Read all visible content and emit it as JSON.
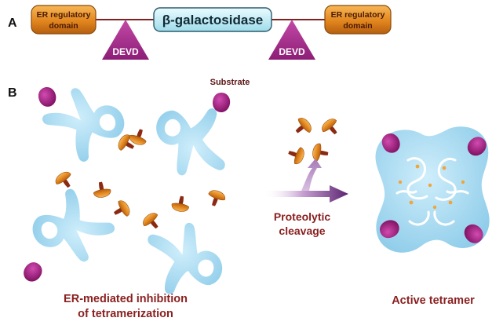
{
  "panel_a": {
    "label": "A",
    "left_domain": {
      "line1": "ER regulatory",
      "line2": "domain"
    },
    "center_enzyme": "β-galactosidase",
    "right_domain": {
      "line1": "ER regulatory",
      "line2": "domain"
    },
    "cleavage_site_left": "DEVD",
    "cleavage_site_right": "DEVD"
  },
  "panel_b": {
    "label": "B",
    "substrate_label": "Substrate",
    "arrow_label": {
      "line1": "Proteolytic",
      "line2": "cleavage"
    },
    "left_caption": {
      "line1": "ER-mediated inhibition",
      "line2": "of tetramerization"
    },
    "right_caption": "Active tetramer"
  },
  "colors": {
    "er_domain_fill": "#e2861e",
    "enzyme_fill": "#c8eef6",
    "devd_fill": "#a5268c",
    "linker": "#7f2222",
    "monomer_blue": "#a9d9f0",
    "er_orange": "#e08a1a",
    "substrate_purple": "#a0217e",
    "caption_red": "#8a1f1f",
    "arrow_purple": "#5b2370"
  }
}
